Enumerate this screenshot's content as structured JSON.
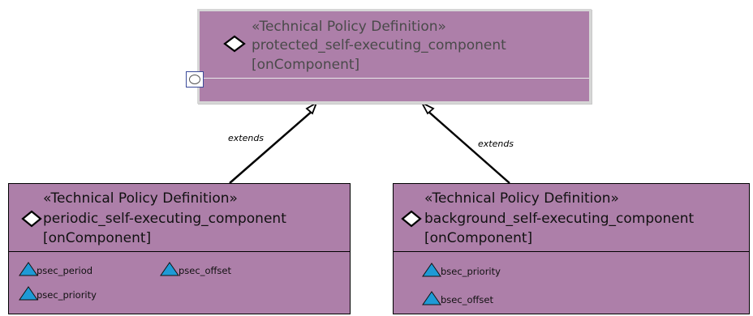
{
  "parent": {
    "stereotype": "«Technical Policy Definition»",
    "name": "protected_self-executing_component",
    "tag": "[onComponent]"
  },
  "periodic": {
    "stereotype": "«Technical Policy Definition»",
    "name": "periodic_self-executing_component",
    "tag": "[onComponent]",
    "attributes": [
      "psec_period",
      "psec_offset",
      "psec_priority"
    ]
  },
  "background": {
    "stereotype": "«Technical Policy Definition»",
    "name": "background_self-executing_component",
    "tag": "[onComponent]",
    "attributes": [
      "bsec_priority",
      "bsec_offset"
    ]
  },
  "links": {
    "left_label": "extends",
    "right_label": "extends"
  },
  "colors": {
    "box_fill": "#ad7fa9",
    "attribute_icon": "#1e9ad6"
  }
}
